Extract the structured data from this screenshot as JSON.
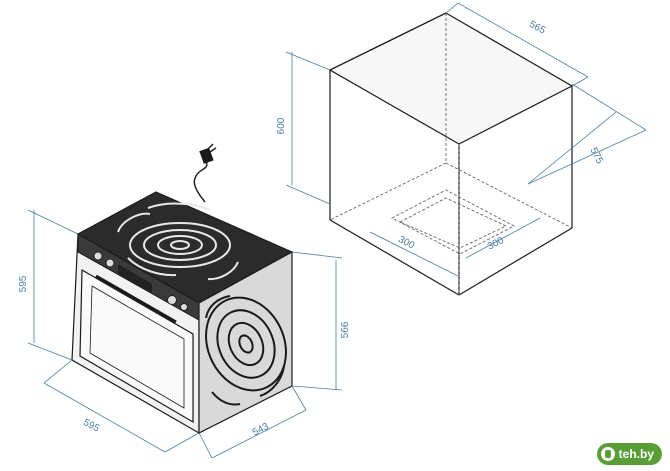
{
  "dimensions": {
    "oven_height": "595",
    "oven_width": "595",
    "oven_depth": "543",
    "oven_side_height": "566",
    "niche_height": "600",
    "niche_width": "565",
    "niche_depth": "575",
    "opening_width": "300",
    "opening_depth": "300"
  },
  "watermark": {
    "text": "teh.by",
    "color": "#5a9d36"
  },
  "colors": {
    "dimension": "#4a7fa0",
    "outline": "#1a1a1a",
    "dashed": "#666666"
  }
}
